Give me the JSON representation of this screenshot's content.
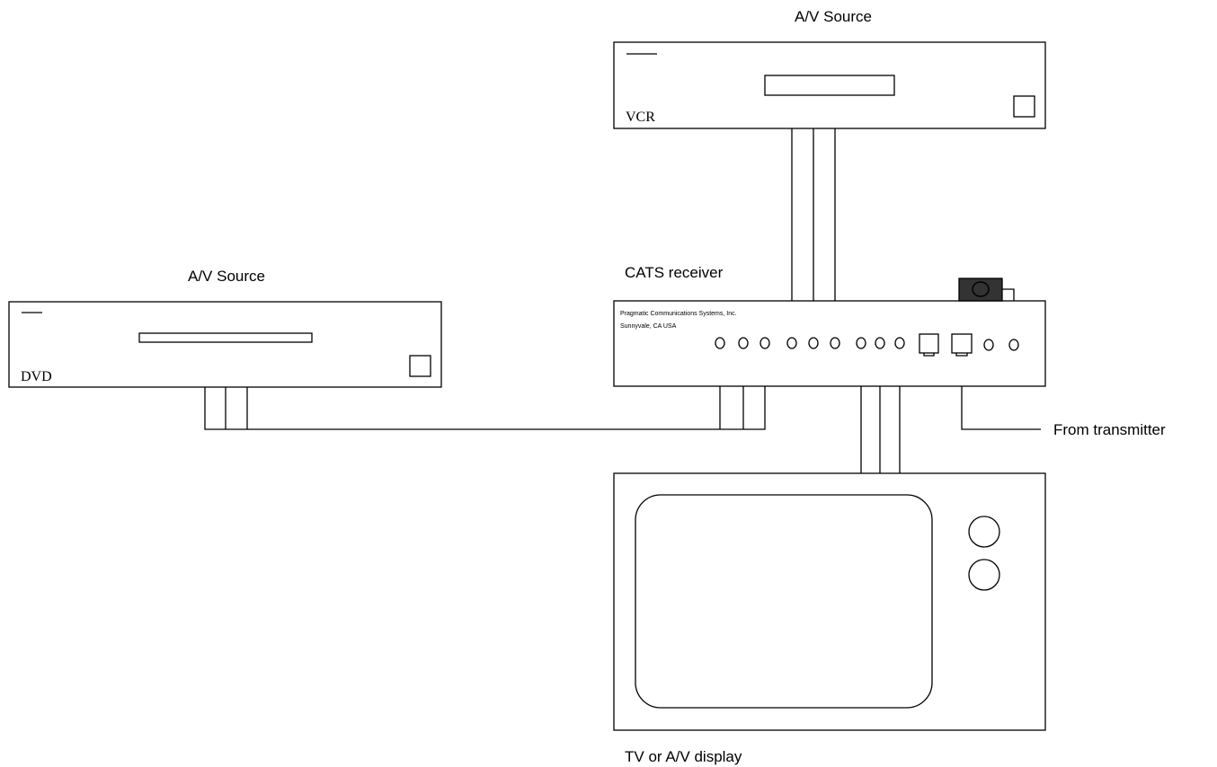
{
  "labels": {
    "vcr_role": "A/V Source",
    "dvd_role": "A/V Source",
    "receiver_title": "CATS receiver",
    "display_title": "TV or A/V display",
    "from_transmitter": "From transmitter"
  },
  "devices": {
    "vcr": {
      "name": "VCR"
    },
    "dvd": {
      "name": "DVD"
    },
    "receiver": {
      "maker_line1": "Pragmatic Communications Systems, Inc.",
      "maker_line2": "Sunnyvale, CA  USA"
    }
  }
}
